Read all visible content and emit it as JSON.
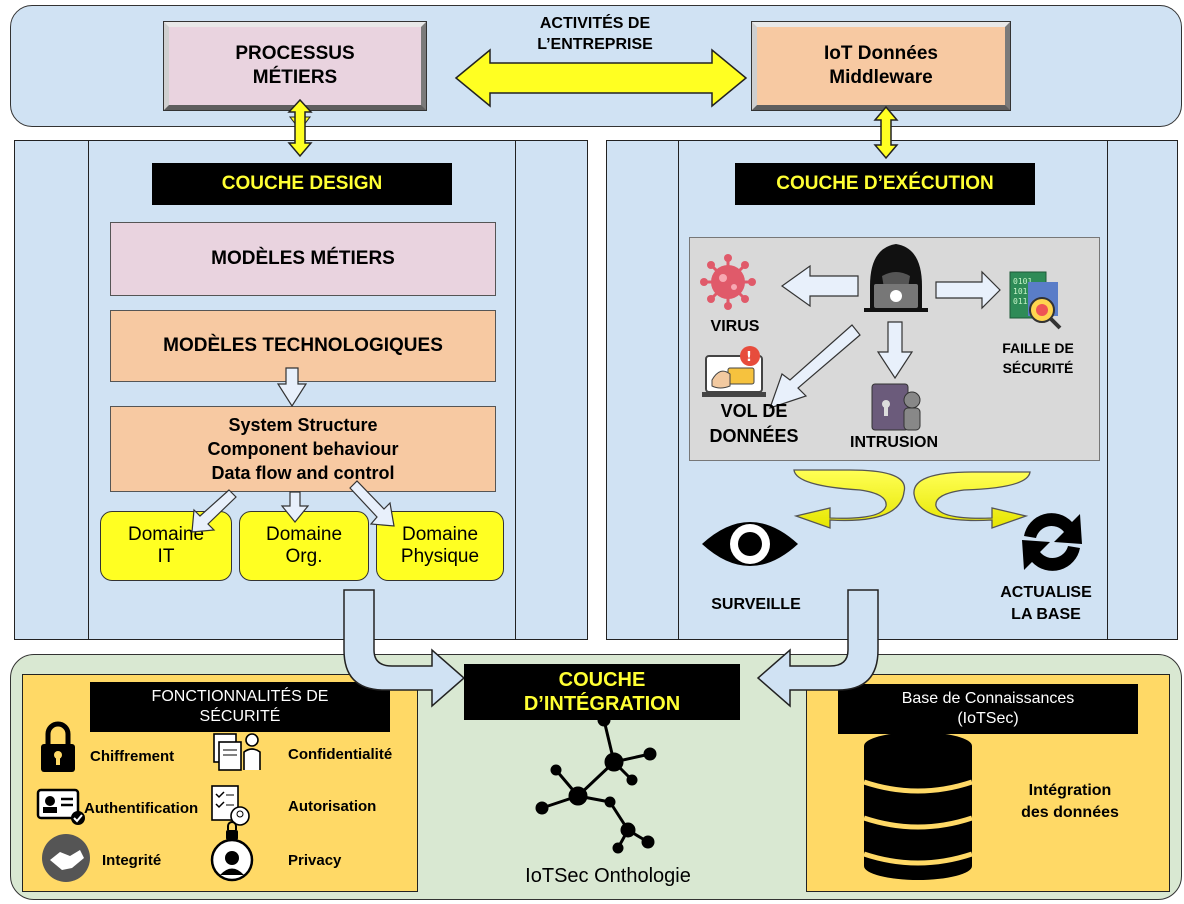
{
  "top": {
    "processus": [
      "PROCESSUS",
      "MÉTIERS"
    ],
    "activites": [
      "ACTIVITÉS DE",
      "L’ENTREPRISE"
    ],
    "iot": [
      "IoT Données",
      "Middleware"
    ]
  },
  "design": {
    "title": "COUCHE DESIGN",
    "modeles_metiers": "MODÈLES MÉTIERS",
    "modeles_tech": "MODÈLES TECHNOLOGIQUES",
    "structure": [
      "System Structure",
      "Component behaviour",
      "Data flow and control"
    ],
    "domains": [
      [
        "Domaine",
        "IT"
      ],
      [
        "Domaine",
        "Org."
      ],
      [
        "Domaine",
        "Physique"
      ]
    ]
  },
  "execution": {
    "title": "COUCHE D’EXÉCUTION",
    "virus": "VIRUS",
    "vol": [
      "VOL DE",
      "DONNÉES"
    ],
    "intrusion": "INTRUSION",
    "faille": [
      "FAILLE DE",
      "SÉCURITÉ"
    ],
    "surveille": "SURVEILLE",
    "actualise": [
      "ACTUALISE",
      "LA BASE"
    ]
  },
  "integration": {
    "title": [
      "COUCHE",
      "D’INTÉGRATION"
    ],
    "onthologie": "IoTSec Onthologie"
  },
  "security": {
    "title": [
      "FONCTIONNALITÉS DE",
      "SÉCURITÉ"
    ],
    "items": [
      "Chiffrement",
      "Confidentialité",
      "Authentification",
      "Autorisation",
      "Integrité",
      "Privacy"
    ]
  },
  "knowledge": {
    "title": [
      "Base de Connaissances",
      "(IoTSec)"
    ],
    "label": [
      "Intégration",
      "des données"
    ]
  },
  "colors": {
    "band_blue": "#d0e2f3",
    "band_green": "#d9e8d2",
    "accent_yellow": "#ffff22",
    "gold": "#ffd966",
    "pink": "#e9d3df",
    "peach": "#f7c9a2"
  }
}
